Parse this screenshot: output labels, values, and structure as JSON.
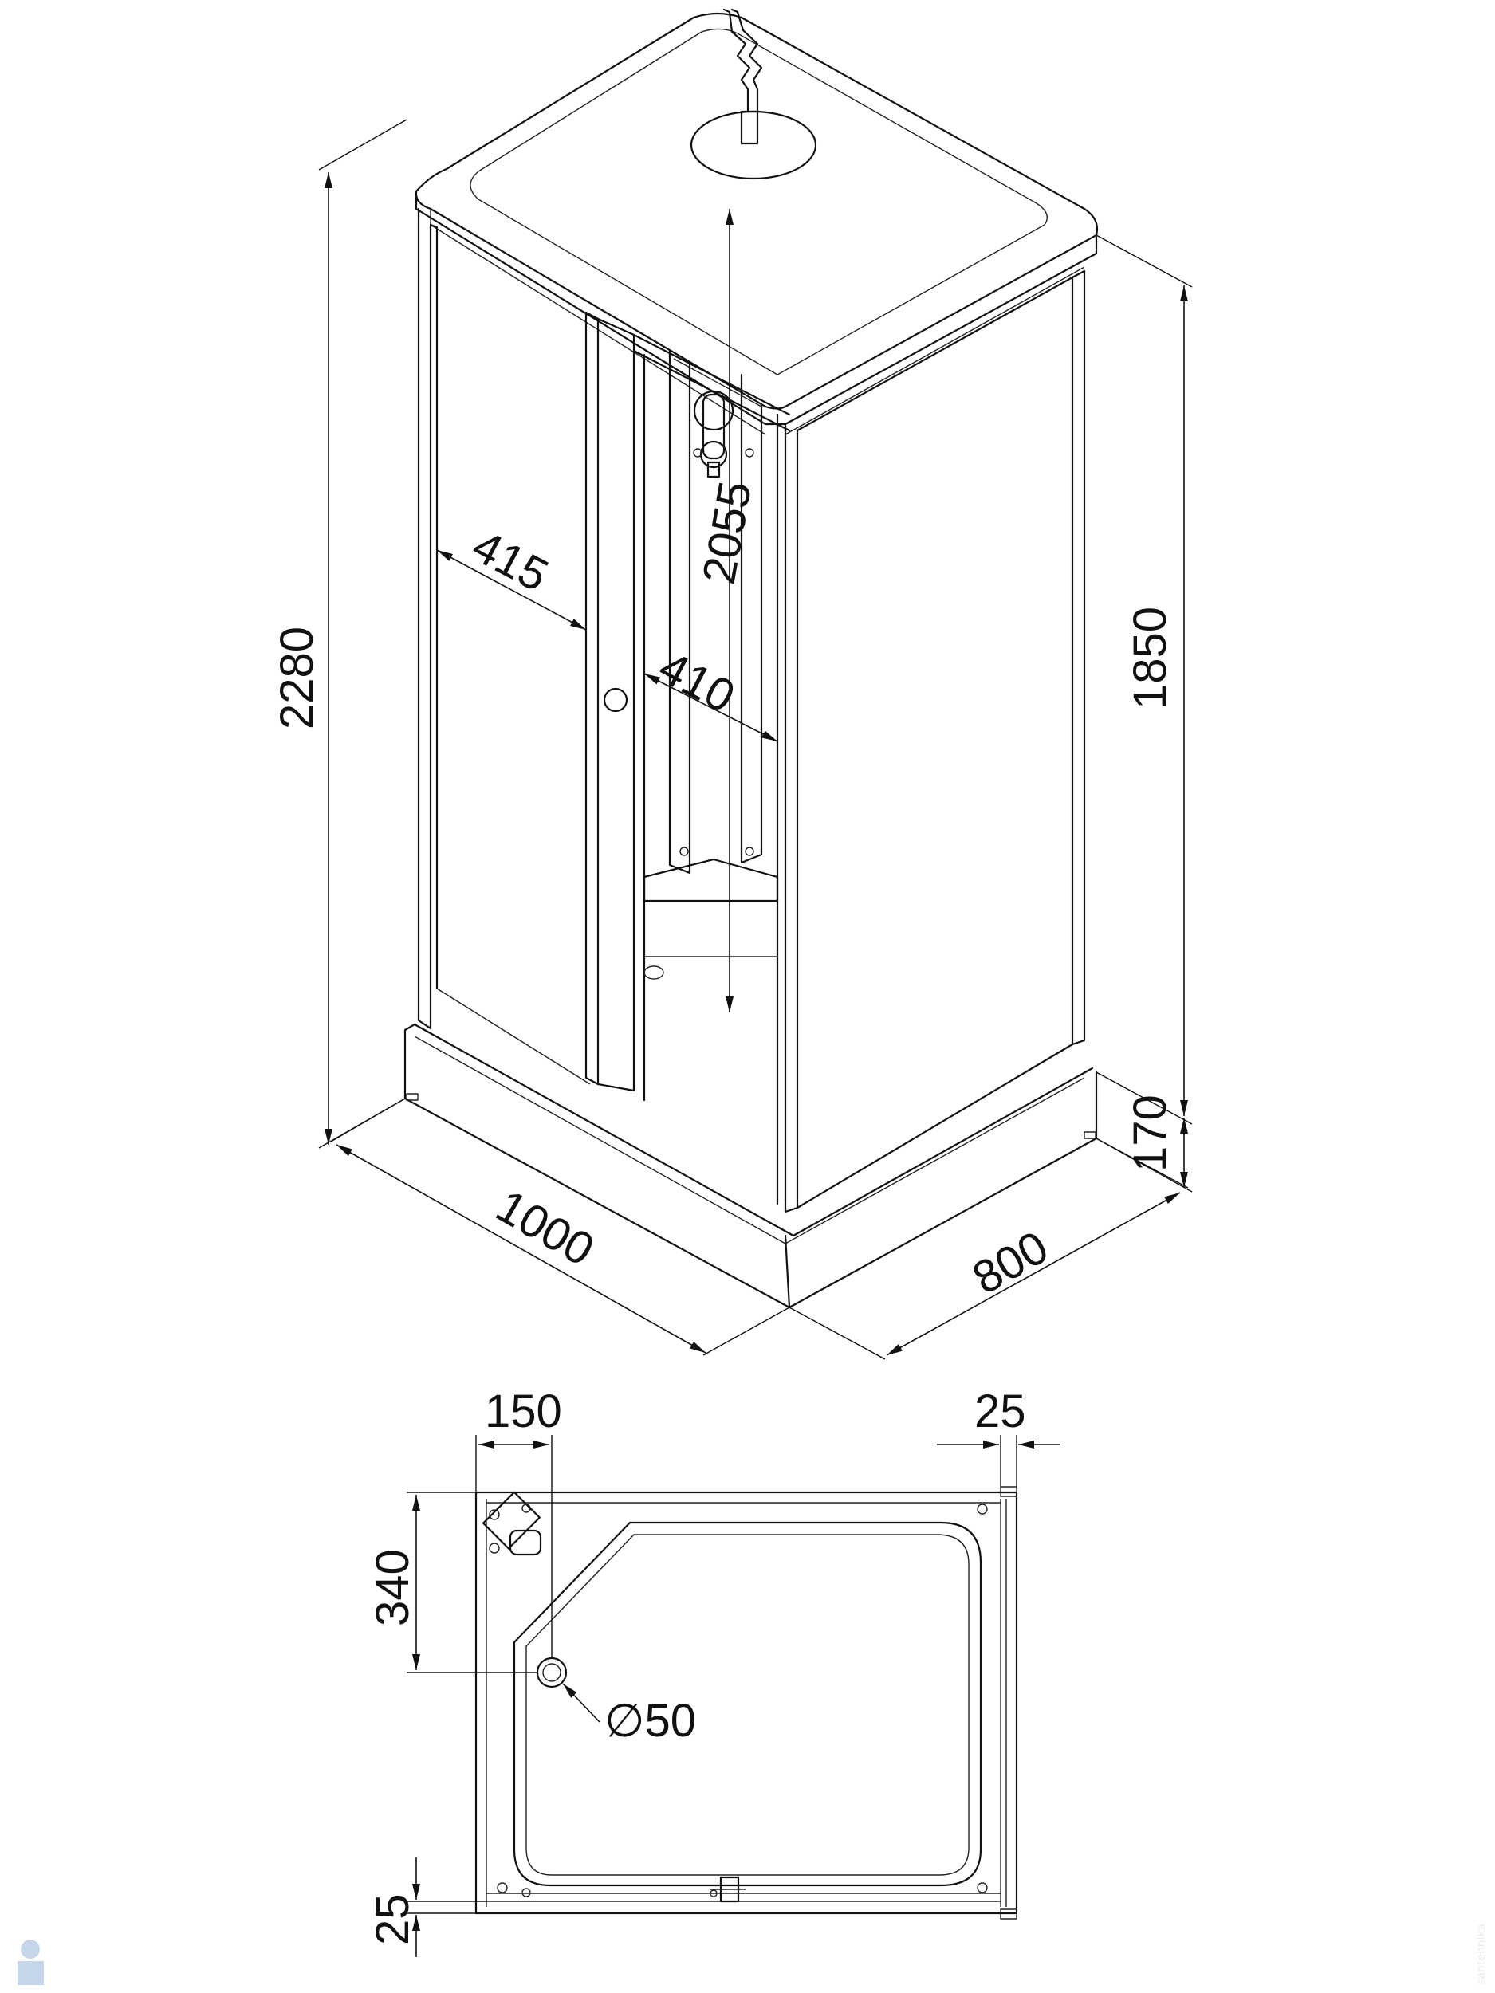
{
  "isometric_view": {
    "overall_height": "2280",
    "panel_height": "1850",
    "tray_height": "170",
    "shower_height": "2055",
    "left_door_width": "415",
    "right_door_width": "410",
    "length": "1000",
    "width": "800"
  },
  "plan_view": {
    "drain_offset_x": "150",
    "frame_offset_top": "25",
    "drain_offset_y": "340",
    "frame_offset_bottom": "25",
    "drain_diameter": "∅50"
  },
  "watermark": "santehnika"
}
